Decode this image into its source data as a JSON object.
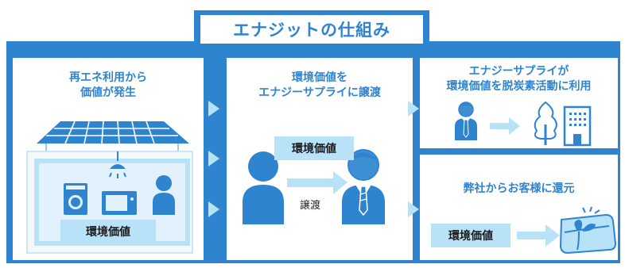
{
  "title": "エナジットの仕組み",
  "panels": {
    "generate": {
      "line1": "再エネ利用から",
      "line2": "価値が発生",
      "tag": "環境価値"
    },
    "transfer": {
      "line1": "環境価値を",
      "line2": "エナジーサプライに譲渡",
      "tag": "環境価値",
      "action": "譲渡"
    },
    "use": {
      "line1": "エナジーサプライが",
      "line2": "環境価値を脱炭素活動に利用"
    },
    "return": {
      "line1": "弊社からお客様に還元",
      "tag": "環境価値"
    }
  },
  "icons": [
    "solar-panel-icon",
    "ceiling-lamp-icon",
    "washing-machine-icon",
    "microwave-icon",
    "person-icon",
    "businessman-icon",
    "tree-icon",
    "building-icon",
    "gift-card-icon",
    "arrow-right-icon"
  ],
  "colors": {
    "primary": "#2f84d0",
    "light": "#b8e2f8",
    "mid": "#3f8fd4"
  }
}
